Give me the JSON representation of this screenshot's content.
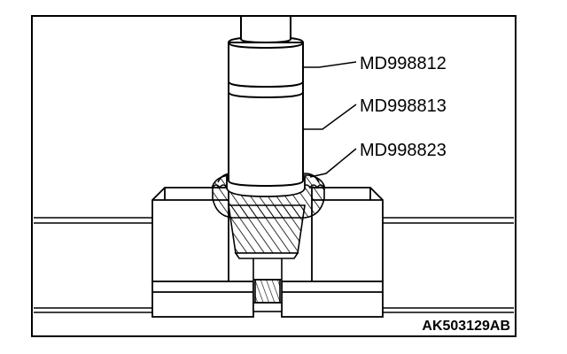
{
  "callouts": [
    {
      "text": "MD998812"
    },
    {
      "text": "MD998813"
    },
    {
      "text": "MD998823"
    }
  ],
  "figure_code": "AK503129AB",
  "colors": {
    "stroke": "#000000",
    "background": "#ffffff"
  }
}
